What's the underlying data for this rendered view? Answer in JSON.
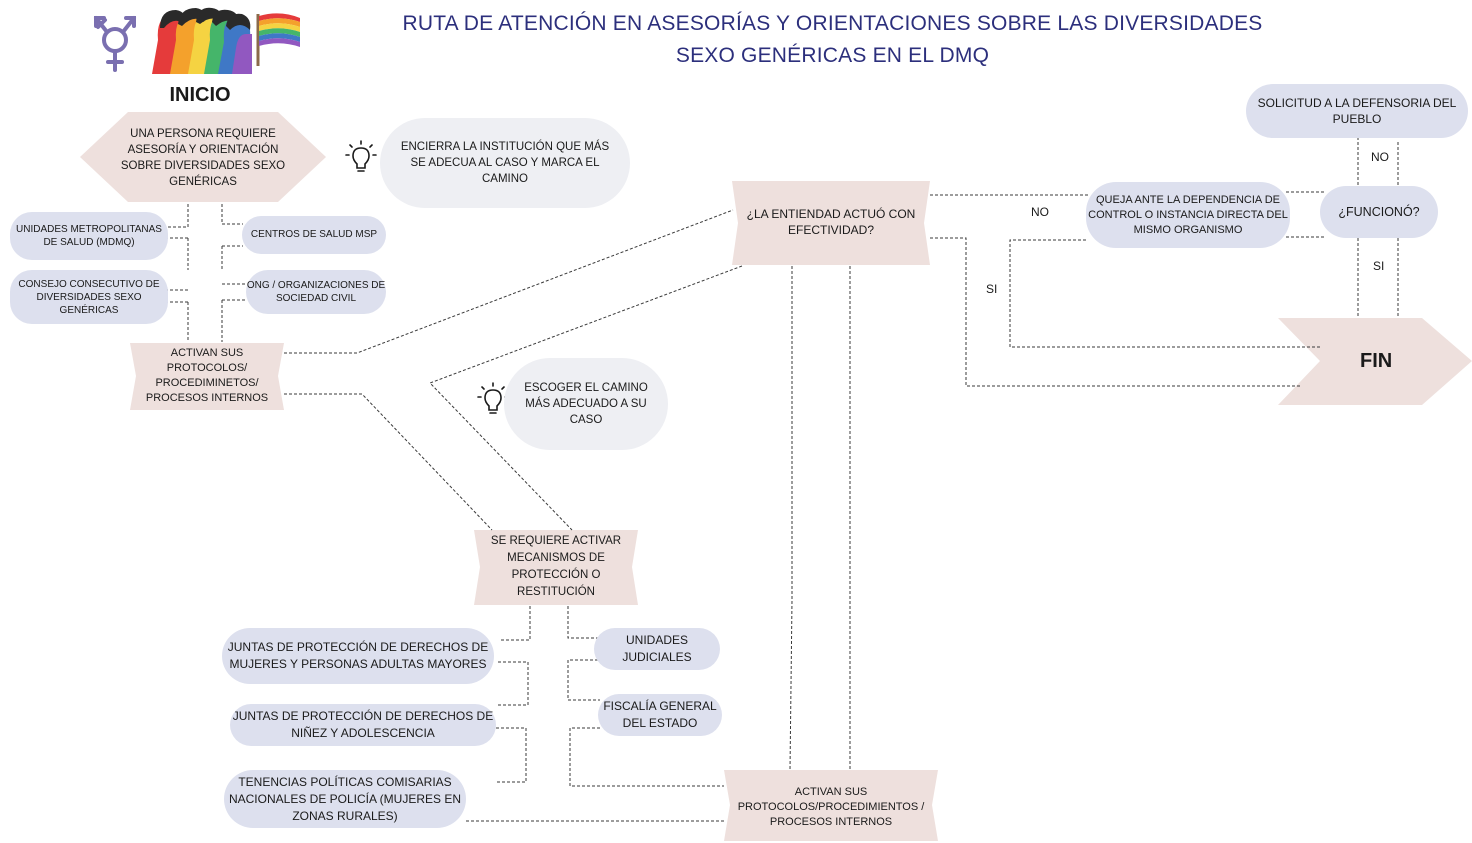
{
  "title": {
    "line1": "RUTA DE ATENCIÓN EN ASESORÍAS Y ORIENTACIONES SOBRE LAS DIVERSIDADES",
    "line2": "SEXO GENÉRICAS EN EL DMQ"
  },
  "header_icons": [
    "transgender-symbol-icon",
    "diverse-people-icon",
    "pride-flag-icon"
  ],
  "colors": {
    "title": "#2c2f7c",
    "pill": "#dde0ee",
    "shape": "#eee0dd",
    "cloud": "#eeeff3"
  },
  "start": {
    "label": "INICIO",
    "question": "UNA PERSONA REQUIERE ASESORÍA Y ORIENTACIÓN SOBRE DIVERSIDADES SEXO GENÉRICAS"
  },
  "tip1": "ENCIERRA LA INSTITUCIÓN QUE MÁS SE ADECUA AL CASO Y MARCA EL CAMINO",
  "tip2": "ESCOGER EL CAMINO MÁS ADECUADO A SU CASO",
  "institutions_top": {
    "umds": "UNIDADES METROPOLITANAS DE SALUD (MDMQ)",
    "msp": "CENTROS DE SALUD MSP",
    "consejo": "CONSEJO CONSECUTIVO DE DIVERSIDADES SEXO GENÉRICAS",
    "ong": "ONG / ORGANIZACIONES DE SOCIEDAD CIVIL"
  },
  "activate1": "ACTIVAN SUS PROTOCOLOS/ PROCEDIMINETOS/ PROCESOS INTERNOS",
  "decision1": "¿LA ENTIENDAD ACTUÓ CON EFECTIVIDAD?",
  "complaint": "QUEJA ANTE LA DEPENDENCIA DE CONTROL O INSTANCIA DIRECTA DEL MISMO ORGANISMO",
  "decision2": "¿FUNCIONÓ?",
  "defensoria": "SOLICITUD A LA DEFENSORIA DEL PUEBLO",
  "labels": {
    "no1": "NO",
    "si1": "SI",
    "no2": "NO",
    "si2": "SI"
  },
  "fin": "FIN",
  "protection": "SE REQUIERE ACTIVAR MECANISMOS DE PROTECCIÓN O RESTITUCIÓN",
  "institutions_bottom": {
    "juntas_mujeres": "JUNTAS DE PROTECCIÓN DE DERECHOS DE MUJERES Y PERSONAS ADULTAS MAYORES",
    "juntas_ninez": "JUNTAS DE PROTECCIÓN DE DERECHOS DE NIÑEZ Y ADOLESCENCIA",
    "tenencias": "TENENCIAS POLÍTICAS COMISARIAS NACIONALES DE POLICÍA (MUJERES EN ZONAS RURALES)",
    "judiciales": "UNIDADES JUDICIALES",
    "fiscalia": "FISCALÍA GENERAL DEL ESTADO"
  },
  "activate2": "ACTIVAN SUS PROTOCOLOS/PROCEDIMIENTOS / PROCESOS INTERNOS"
}
